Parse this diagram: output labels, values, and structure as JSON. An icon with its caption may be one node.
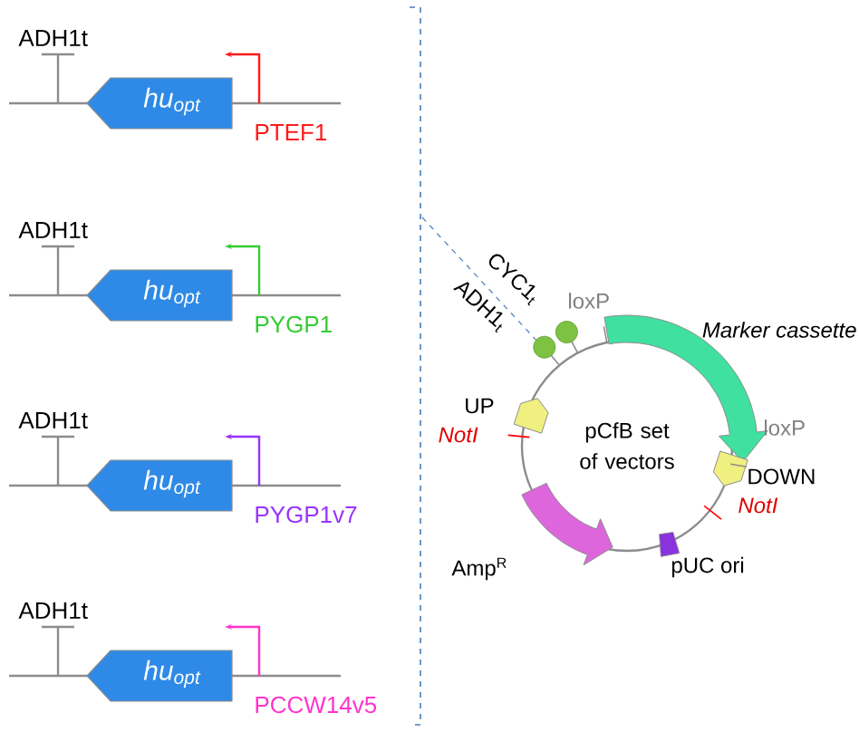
{
  "diagram": {
    "nodes": [
      {
        "text": [
          "hu$_{opt}$"
        ]
      },
      {
        "text": [
          "hu$_{opt}$"
        ]
      },
      {
        "text": [
          "hu$_{opt}$"
        ]
      },
      {
        "text": [
          "hu$_{opt}$"
        ]
      },
      {
        "text": [
          "pCfB set of vectors"
        ]
      }
    ],
    "labels": [
      "ADH1t",
      "PTEF1",
      "ADH1t",
      "PYGP1",
      "ADH1t",
      "PYGP1v7",
      "ADH1t",
      "PCCW14v5",
      "CYC1$_{t}$",
      "loxP",
      "ADH1$_{t}$",
      "Marker cassette",
      "UP",
      "NotI",
      "loxP",
      "DOWN",
      "NotI",
      "Amp$^{R}$",
      "pUC ori"
    ]
  }
}
